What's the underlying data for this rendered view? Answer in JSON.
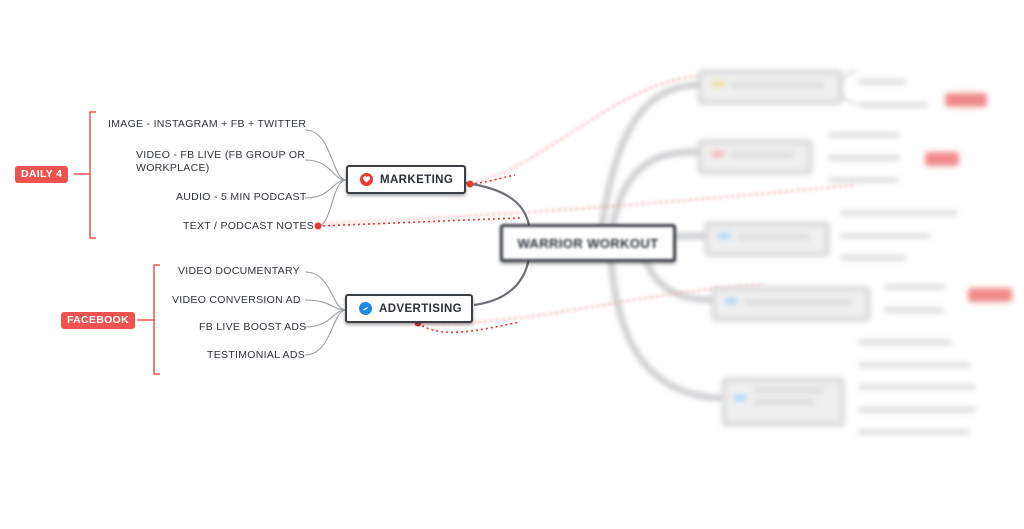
{
  "central": {
    "label": "WARRIOR WORKOUT"
  },
  "marketing": {
    "label": "MARKETING",
    "icon": "heart-icon",
    "color": "#e53935",
    "items": [
      "IMAGE - INSTAGRAM + FB + TWITTER",
      "VIDEO - FB LIVE (FB GROUP OR",
      "WORKPLACE)",
      "AUDIO - 5 MIN PODCAST",
      "TEXT / PODCAST NOTES"
    ],
    "tag": "DAILY 4"
  },
  "advertising": {
    "label": "ADVERTISING",
    "icon": "speech-bubble-icon",
    "color": "#1e88e5",
    "items": [
      "VIDEO DOCUMENTARY",
      "VIDEO CONVERSION AD",
      "FB LIVE BOOST ADS",
      "TESTIMONIAL ADS"
    ],
    "tag": "FACEBOOK"
  },
  "colors": {
    "accent": "#ef5350",
    "node_border": "#3b3f46",
    "wire": "#8a8d93",
    "faded": "#cfd0d2"
  }
}
